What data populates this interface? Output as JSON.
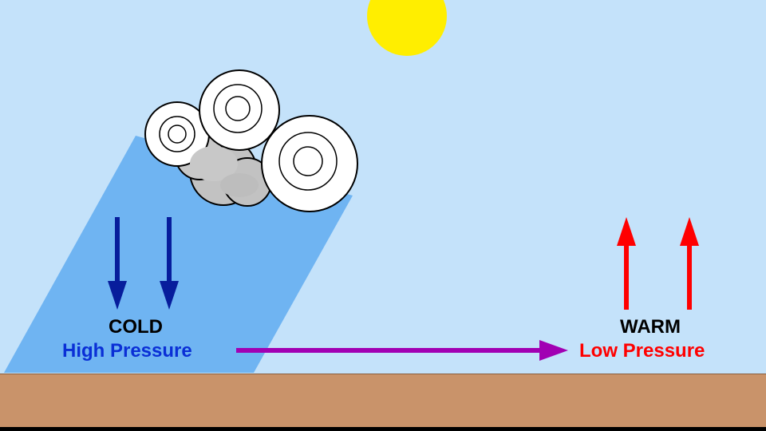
{
  "labels": {
    "cold": "COLD",
    "high_pressure": "High Pressure",
    "warm": "WARM",
    "low_pressure": "Low Pressure"
  },
  "colors": {
    "sky": "#c4e2fa",
    "ground": "#c9936a",
    "sun": "#ffee00",
    "cold_air": "#6fb4f2",
    "cold_arrow": "#071d9c",
    "warm_arrow": "#ff0000",
    "wind_arrow": "#a100b3",
    "cold_text": "#000000",
    "high_text": "#0a2fd6",
    "warm_text": "#000000",
    "low_text": "#ff0000"
  },
  "icons": {
    "sun": "sun-icon",
    "cloud": "cloud-icon",
    "down_arrows": "down-arrow-icon",
    "up_arrows": "up-arrow-icon",
    "wind": "right-arrow-icon"
  }
}
